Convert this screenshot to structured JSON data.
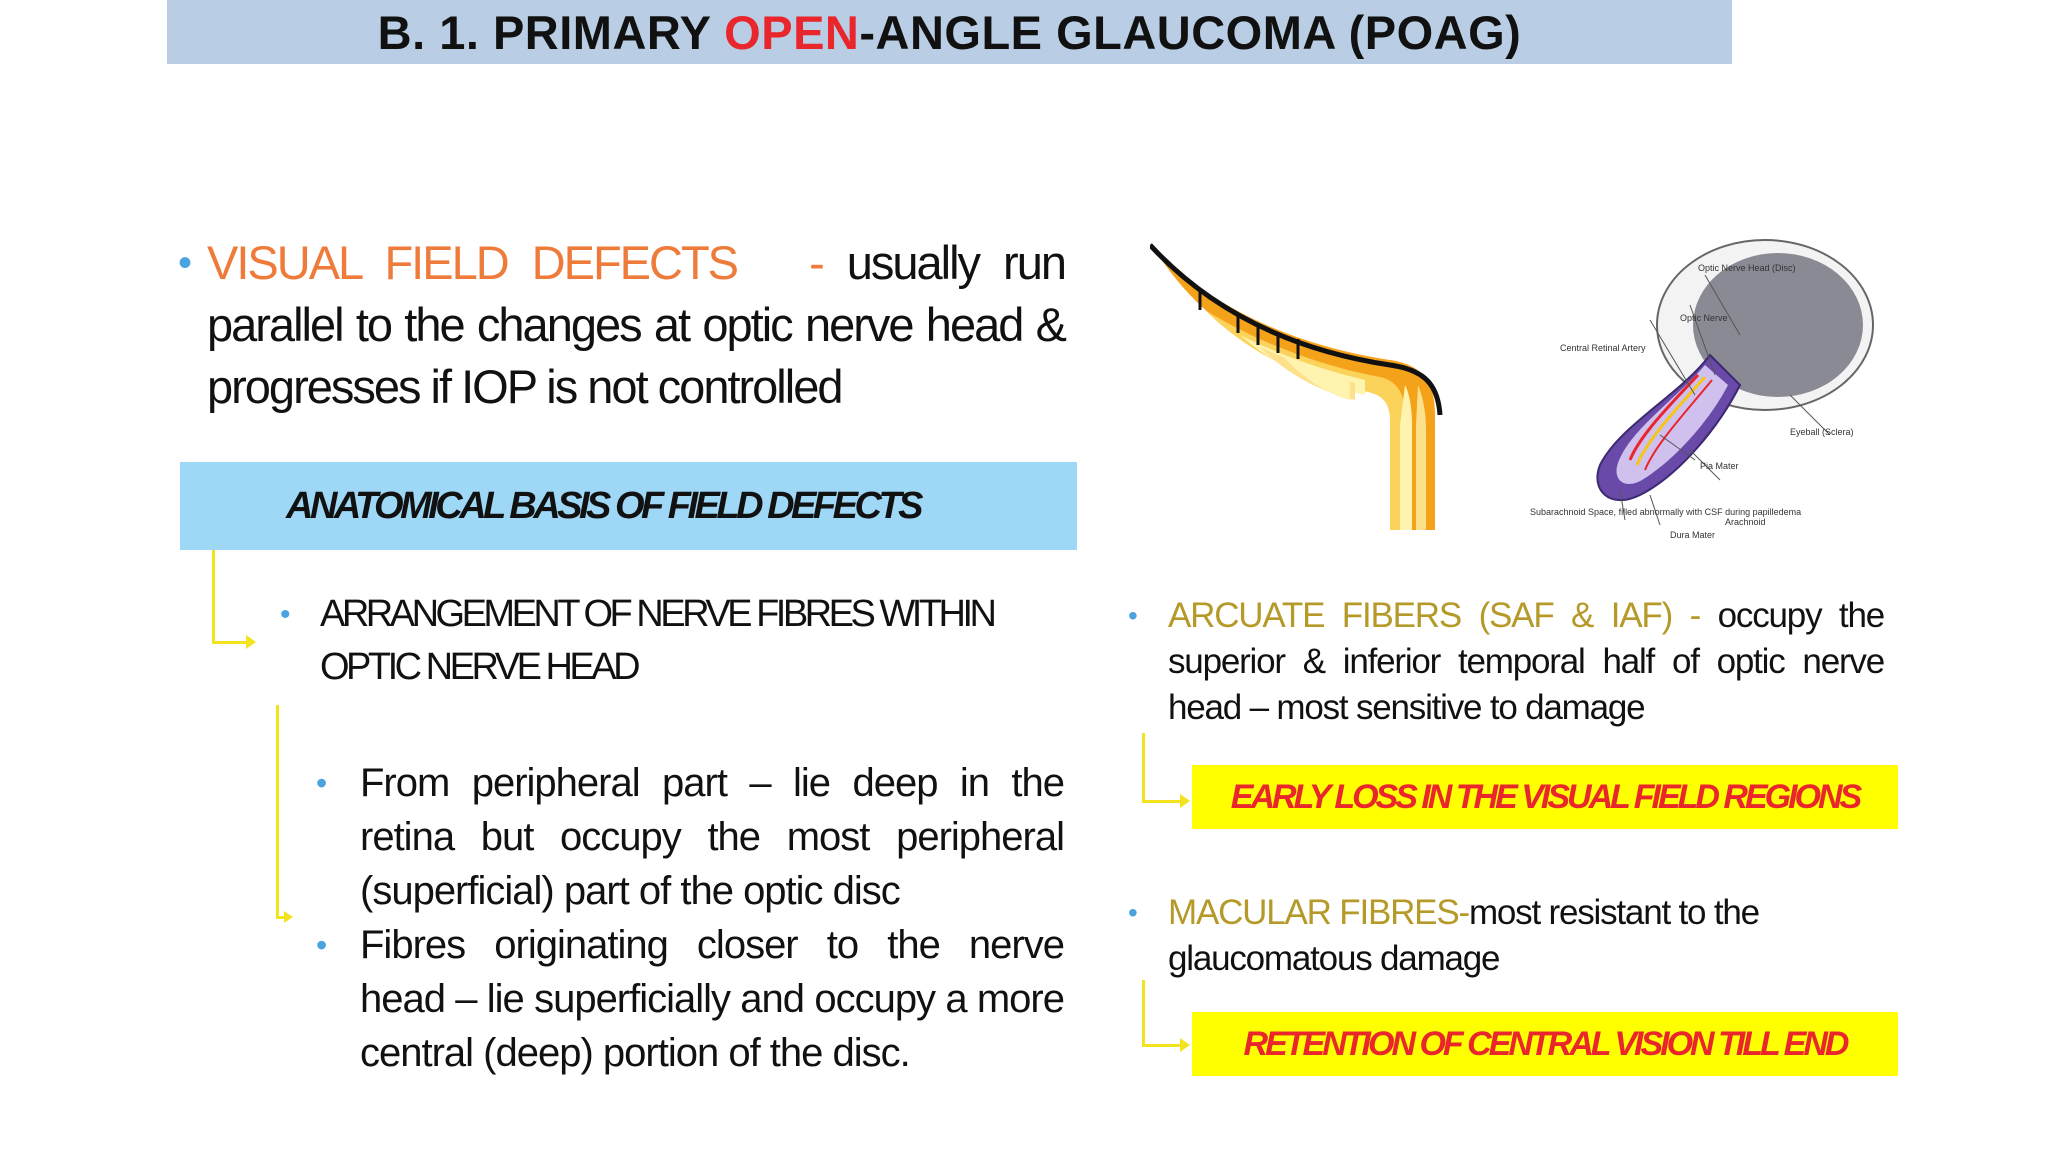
{
  "title": {
    "prefix": "B. 1. PRIMARY ",
    "highlight": "OPEN",
    "suffix": "-ANGLE GLAUCOMA (POAG)"
  },
  "intro": {
    "label": "VISUAL FIELD DEFECTS",
    "dash": "-",
    "text": "usually run parallel to the changes at optic nerve head & progresses if IOP is not controlled"
  },
  "banner": "ANATOMICAL BASIS OF FIELD DEFECTS",
  "arrangement": "ARRANGEMENT OF NERVE FIBRES WITHIN OPTIC NERVE HEAD",
  "sub_bullets": [
    "From peripheral part – lie deep in the retina but occupy the most peripheral (superficial) part of the optic disc",
    "Fibres originating closer to the nerve head – lie superficially and occupy a more central (deep) portion of the disc."
  ],
  "arcuate": {
    "label": "ARCUATE FIBERS (SAF & IAF)",
    "dash": "-",
    "text": "occupy the superior & inferior temporal half of optic nerve head – most sensitive to damage"
  },
  "early_box": "EARLY LOSS IN THE VISUAL FIELD REGIONS",
  "macular": {
    "label": "MACULAR FIBRES-",
    "text": "most resistant to the glaucomatous damage"
  },
  "retention_box": "RETENTION OF CENTRAL VISION TILL END",
  "diagram_labels": {
    "optic_nerve_head": "Optic Nerve Head (Disc)",
    "optic_nerve": "Optic Nerve",
    "central_retinal_artery": "Central Retinal Artery",
    "eyeball": "Eyeball (Sclera)",
    "pia_mater": "Pia Mater",
    "subarachnoid": "Subarachnoid Space, filled abnormally with CSF during papilledema",
    "arachnoid": "Arachnoid",
    "dura_mater": "Dura Mater"
  },
  "colors": {
    "title_bar": "#b9cde4",
    "open_red": "#e8262b",
    "visual_orange": "#ee7b3a",
    "banner_blue": "#9ed8f6",
    "arcuate_olive": "#b59a2a",
    "highlight_yellow": "#ffff00",
    "bullet_blue": "#4aa3df",
    "connector_yellow": "#f3e21e"
  }
}
